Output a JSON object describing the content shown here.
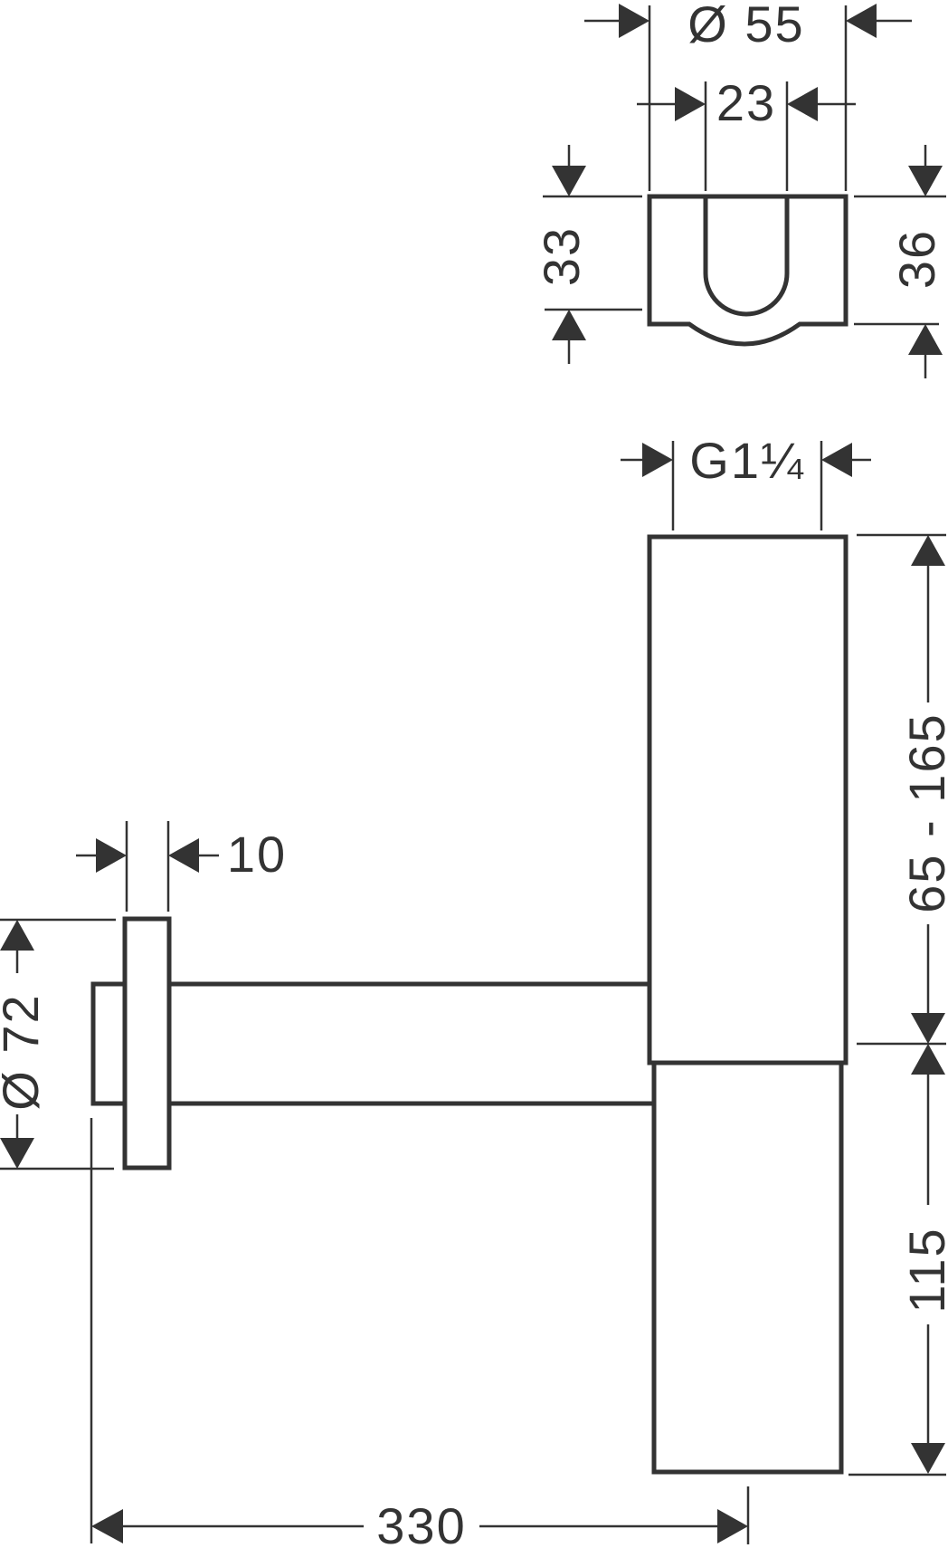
{
  "page": {
    "background_color": "#ffffff",
    "line_color": "#333333"
  },
  "drawing": {
    "kind": "technical-dimension-drawing",
    "labels": {
      "cup_outer_diameter": "Ø 55",
      "cup_slot_width": "23",
      "cup_inner_depth": "33",
      "cup_height": "36",
      "thread_size": "G1¼",
      "height_adjust_range": "65 - 165",
      "flange_thickness": "10",
      "flange_diameter": "Ø 72",
      "lower_body_height": "115",
      "wall_to_center_distance": "330"
    }
  }
}
